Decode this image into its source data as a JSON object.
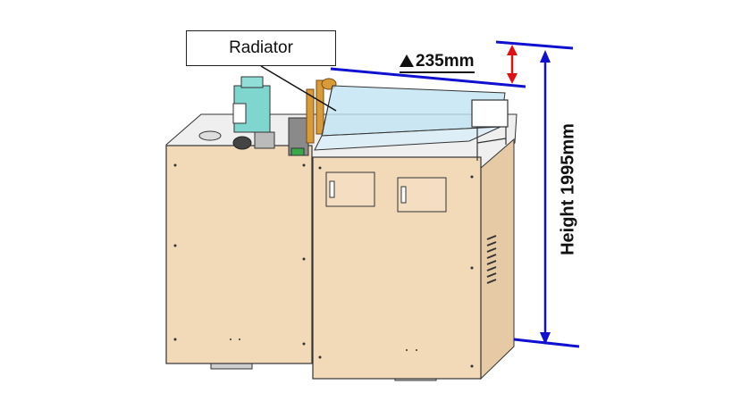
{
  "callout": {
    "label": "Radiator"
  },
  "dimensions": {
    "top_extension_symbol": "▲",
    "top_extension": "235mm",
    "height": "Height 1995mm"
  },
  "colors": {
    "cabinet": "#f2d9b8",
    "cabinet_edge": "#3a3a3a",
    "dimension_line": "#1010d0",
    "delta_arrow": "#e01010",
    "radiator_glass": "#bfe3f3",
    "radiator_pipe": "#d99a3a",
    "tank": "#7fd6cf"
  }
}
